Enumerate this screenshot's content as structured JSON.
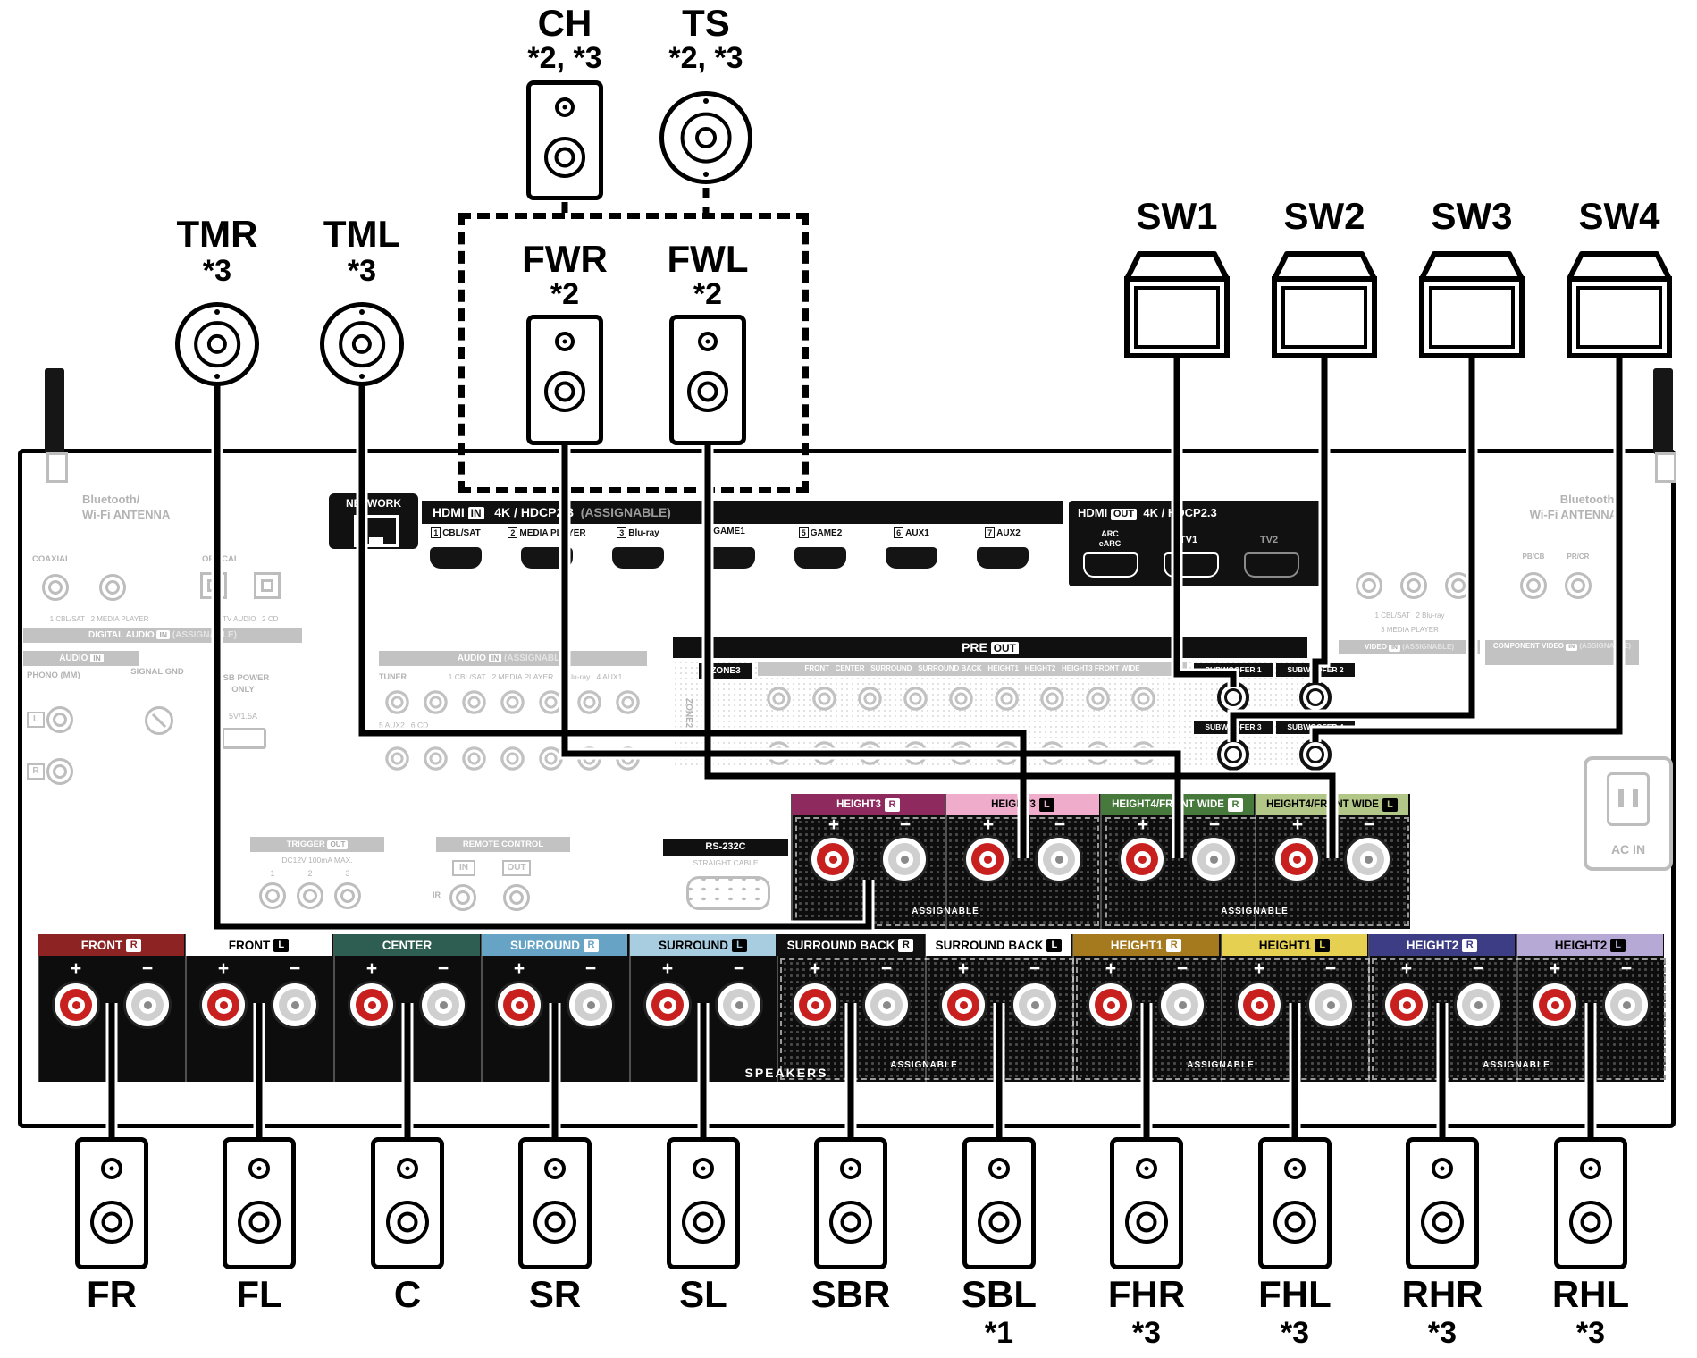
{
  "signs": {
    "plus": "+",
    "minus": "−"
  },
  "top_speakers": {
    "ch": {
      "label": "CH",
      "note": "*2, *3"
    },
    "ts": {
      "label": "TS",
      "note": "*2, *3"
    },
    "tmr": {
      "label": "TMR",
      "note": "*3"
    },
    "tml": {
      "label": "TML",
      "note": "*3"
    },
    "fwr": {
      "label": "FWR",
      "note": "*2"
    },
    "fwl": {
      "label": "FWL",
      "note": "*2"
    }
  },
  "subwoofers": [
    {
      "label": "SW1"
    },
    {
      "label": "SW2"
    },
    {
      "label": "SW3"
    },
    {
      "label": "SW4"
    }
  ],
  "panel": {
    "bt1": "Bluetooth/",
    "bt2": "Wi-Fi ANTENNA",
    "coaxial": "COAXIAL",
    "optical": "OPTICAL",
    "coax_caption": "1 CBL/SAT   2 MEDIA PLAYER",
    "opt_caption": "1 TV AUDIO   2 CD",
    "digital_audio": "DIGITAL AUDIO",
    "in_badge": "IN",
    "out_badge": "OUT",
    "assignable_note": "(ASSIGNABLE)",
    "audio": "AUDIO",
    "phono": "PHONO (MM)",
    "l": "L",
    "r": "R",
    "signal_gnd": "SIGNAL GND",
    "usb_power": "USB POWER ONLY",
    "usb_amp": "5V/1.5A",
    "network": "NETWORK",
    "hdmi": "HDMI",
    "hdcp": "4K / HDCP2.3",
    "hdmi_in_ports": [
      {
        "num": "1",
        "label": "CBL/SAT"
      },
      {
        "num": "2",
        "label": "MEDIA PLAYER"
      },
      {
        "num": "3",
        "label": "Blu-ray"
      },
      {
        "num": "",
        "label": "GAME1"
      },
      {
        "num": "5",
        "label": "GAME2"
      },
      {
        "num": "6",
        "label": "AUX1"
      },
      {
        "num": "7",
        "label": "AUX2"
      }
    ],
    "arc": "ARC",
    "earc": "eARC",
    "tv1": "TV1",
    "tv2": "TV2",
    "pbcb": "PB/CB",
    "prcr": "PR/CR",
    "video_caption1": "1 CBL/SAT   2 Blu-ray",
    "video_caption2": "3 MEDIA PLAYER",
    "video": "VIDEO",
    "component_video": "COMPONENT VIDEO",
    "tuner": "TUNER",
    "audio_caption1": "1 CBL/SAT   2 MEDIA PLAYER   3 Blu-ray   4 AUX1",
    "audio_caption2": "5 AUX2   6 CD",
    "pre": "PRE",
    "zone2": "ZONE2",
    "zone3": "ZONE3",
    "preout_channels": "FRONT   CENTER   SURROUND   SURROUND BACK   HEIGHT1   HEIGHT2   HEIGHT3 FRONT WIDE",
    "subwoofer1": "SUBWOOFER 1",
    "subwoofer2": "SUBWOOFER 2",
    "subwoofer3": "SUBWOOFER 3",
    "subwoofer4": "SUBWOOFER 4",
    "trigger": "TRIGGER",
    "trigger_note": "DC12V 100mA MAX.",
    "trigger_nums": [
      "1",
      "2",
      "3"
    ],
    "remote_control": "REMOTE CONTROL",
    "ir": "IR",
    "rs232": "RS-232C",
    "straight_cable": "STRAIGHT CABLE",
    "ac_in": "AC IN",
    "speakers": "SPEAKERS",
    "assignable": "ASSIGNABLE"
  },
  "terminals_top": [
    {
      "label": "HEIGHT3",
      "side": "R",
      "color": "#8f2a5f",
      "text": "#ffffff"
    },
    {
      "label": "HEIGHT3",
      "side": "L",
      "color": "#efaccb",
      "text": "#000000"
    },
    {
      "label": "HEIGHT4/FRONT WIDE",
      "side": "R",
      "color": "#47793c",
      "text": "#ffffff"
    },
    {
      "label": "HEIGHT4/FRONT WIDE",
      "side": "L",
      "color": "#b2c687",
      "text": "#000000"
    }
  ],
  "terminals_bottom": [
    {
      "label": "FRONT",
      "side": "R",
      "color": "#8e2323",
      "text": "#ffffff"
    },
    {
      "label": "FRONT",
      "side": "L",
      "color": "#ffffff",
      "text": "#000000"
    },
    {
      "label": "CENTER",
      "side": "",
      "color": "#2e5e51",
      "text": "#ffffff"
    },
    {
      "label": "SURROUND",
      "side": "R",
      "color": "#66a3c4",
      "text": "#ffffff"
    },
    {
      "label": "SURROUND",
      "side": "L",
      "color": "#a9cde0",
      "text": "#000000"
    },
    {
      "label": "SURROUND BACK",
      "side": "R",
      "color": "#101010",
      "text": "#ffffff"
    },
    {
      "label": "SURROUND BACK",
      "side": "L",
      "color": "#ffffff",
      "text": "#000000"
    },
    {
      "label": "HEIGHT1",
      "side": "R",
      "color": "#a57a1e",
      "text": "#ffffff"
    },
    {
      "label": "HEIGHT1",
      "side": "L",
      "color": "#e6d052",
      "text": "#000000"
    },
    {
      "label": "HEIGHT2",
      "side": "R",
      "color": "#3d3d86",
      "text": "#ffffff"
    },
    {
      "label": "HEIGHT2",
      "side": "L",
      "color": "#b7a9d6",
      "text": "#000000"
    }
  ],
  "bottom_speakers": [
    {
      "label": "FR",
      "note": ""
    },
    {
      "label": "FL",
      "note": ""
    },
    {
      "label": "C",
      "note": ""
    },
    {
      "label": "SR",
      "note": ""
    },
    {
      "label": "SL",
      "note": ""
    },
    {
      "label": "SBR",
      "note": ""
    },
    {
      "label": "SBL",
      "note": "*1"
    },
    {
      "label": "FHR",
      "note": "*3"
    },
    {
      "label": "FHL",
      "note": "*3"
    },
    {
      "label": "RHR",
      "note": "*3"
    },
    {
      "label": "RHL",
      "note": "*3"
    }
  ]
}
